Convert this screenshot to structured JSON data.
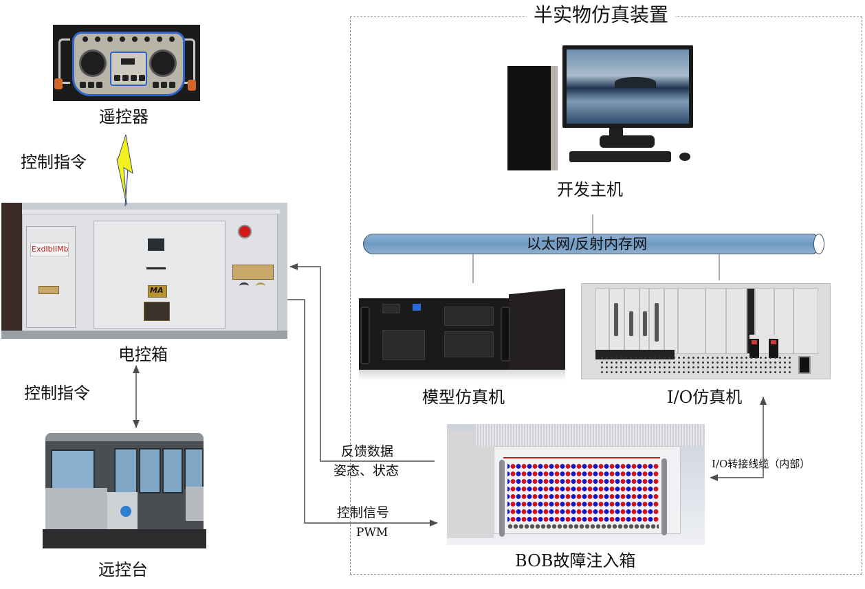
{
  "diagram": {
    "group": {
      "title": "半实物仿真装置"
    },
    "nodes": {
      "remote_controller": {
        "label": "遥控器"
      },
      "electric_control_box": {
        "label": "电控箱",
        "nameplate": "ExdIbIIMb",
        "badge": "MA"
      },
      "remote_console": {
        "label": "远控台"
      },
      "dev_host": {
        "label": "开发主机"
      },
      "network": {
        "label": "以太网/反射内存网"
      },
      "model_simulator": {
        "label": "模型仿真机"
      },
      "io_simulator": {
        "label": "I/O仿真机"
      },
      "bob_box": {
        "label": "BOB故障注入箱"
      }
    },
    "edges": {
      "rc_to_ecb": {
        "label": "控制指令",
        "style": "wireless"
      },
      "console_ecb": {
        "label": "控制指令",
        "style": "bidirectional"
      },
      "feedback": {
        "line1": "反馈数据",
        "line2": "姿态、状态"
      },
      "control_signal": {
        "line1": "控制信号",
        "line2": "PWM"
      },
      "io_cable": {
        "label": "I/O转接线缆（内部）"
      }
    },
    "colors": {
      "pipe": "#6e99c3",
      "arrow": "#555555",
      "lightning": "#f4f01e",
      "dashed_border": "#8a8a8a"
    }
  }
}
